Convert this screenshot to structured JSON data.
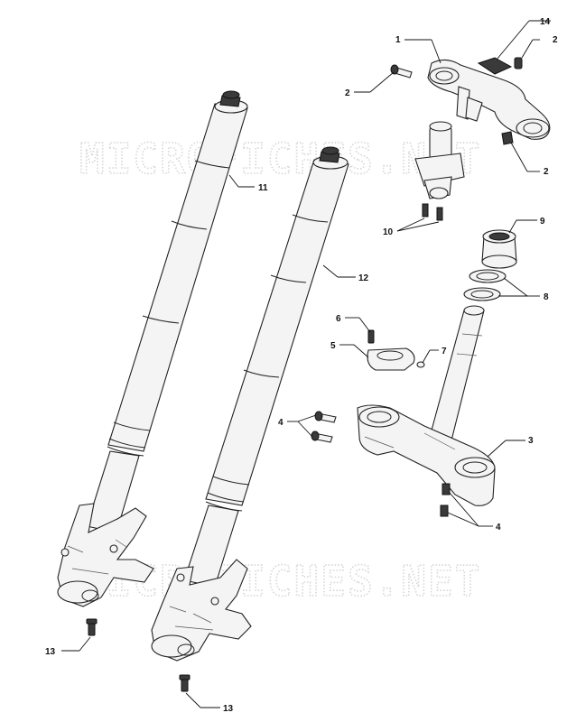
{
  "watermark": "MICROFICHES.NET",
  "callouts": {
    "c1": "1",
    "c2a": "2",
    "c2b": "2",
    "c2c": "2",
    "c3": "3",
    "c4a": "4",
    "c4b": "4",
    "c5": "5",
    "c6": "6",
    "c7": "7",
    "c8": "8",
    "c9": "9",
    "c10": "10",
    "c11": "11",
    "c12": "12",
    "c13a": "13",
    "c13b": "13",
    "c14": "14"
  }
}
